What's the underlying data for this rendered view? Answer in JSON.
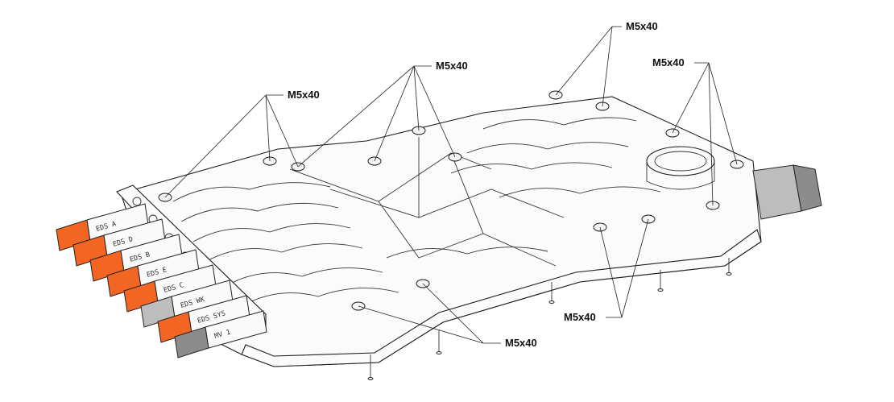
{
  "callouts": [
    {
      "text": "M5x40"
    },
    {
      "text": "M5x40"
    },
    {
      "text": "M5x40"
    },
    {
      "text": "M5x40"
    },
    {
      "text": "M5x40"
    },
    {
      "text": "M5x40"
    }
  ],
  "solenoids": [
    {
      "label": "EDS A",
      "color": "#f26522"
    },
    {
      "label": "EDS D",
      "color": "#f26522"
    },
    {
      "label": "EDS B",
      "color": "#f26522"
    },
    {
      "label": "EDS E",
      "color": "#f26522"
    },
    {
      "label": "EDS C",
      "color": "#f26522"
    },
    {
      "label": "EDS WK",
      "color": "#bdbdbd"
    },
    {
      "label": "EDS SYS",
      "color": "#f26522"
    },
    {
      "label": "MV 1",
      "color": "#8c8c8c"
    }
  ]
}
